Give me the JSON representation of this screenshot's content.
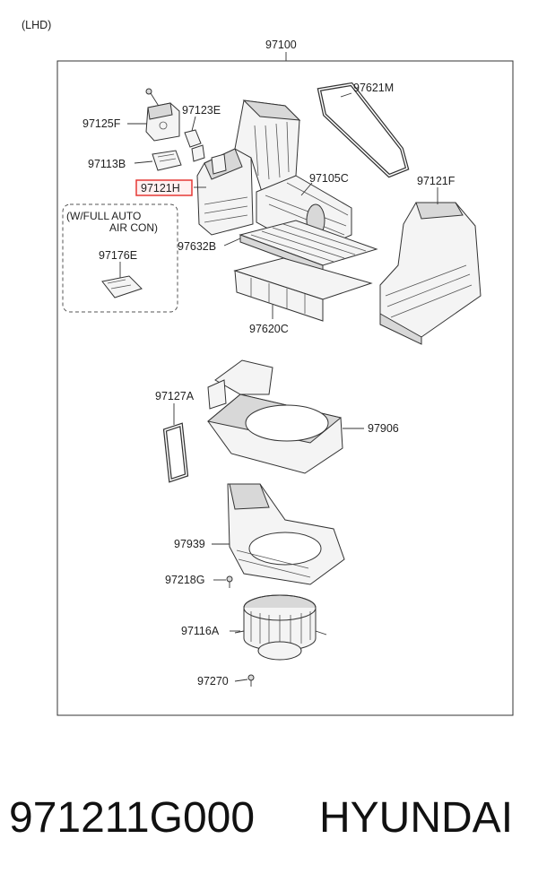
{
  "header": {
    "variant": "(LHD)"
  },
  "assembly": {
    "number": "97100"
  },
  "option_box": {
    "line1": "(W/FULL AUTO",
    "line2": "AIR CON)"
  },
  "highlight_color": "#e53935",
  "labels": {
    "p97621M": "97621M",
    "p97125F": "97125F",
    "p97123E": "97123E",
    "p97113B": "97113B",
    "p97121H": "97121H",
    "p97105C": "97105C",
    "p97121F": "97121F",
    "p97176E": "97176E",
    "p97632B": "97632B",
    "p97620C": "97620C",
    "p97127A": "97127A",
    "p97906": "97906",
    "p97939": "97939",
    "p97218G": "97218G",
    "p97116A": "97116A",
    "p97270": "97270"
  },
  "footer": {
    "part_number": "971211G000",
    "brand": "HYUNDAI"
  }
}
